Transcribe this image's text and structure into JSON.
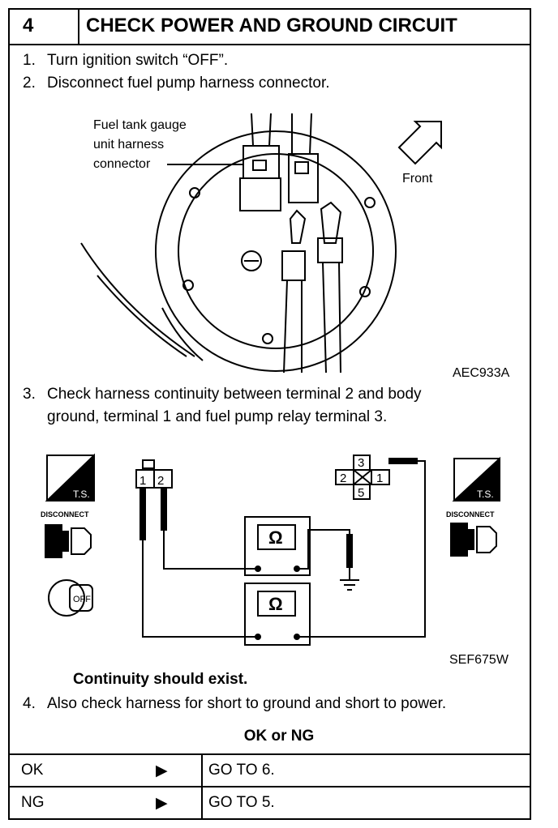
{
  "header": {
    "number": "4",
    "title": "CHECK POWER AND GROUND CIRCUIT"
  },
  "steps": [
    {
      "num": "1.",
      "text": "Turn ignition switch “OFF”."
    },
    {
      "num": "2.",
      "text": "Disconnect fuel pump harness connector."
    },
    {
      "num": "3.",
      "line1": "Check harness continuity between terminal 2 and body",
      "line2": "ground, terminal 1 and fuel pump relay terminal 3."
    },
    {
      "num": "4.",
      "text": "Also check harness for short to ground and short to power."
    }
  ],
  "figure1": {
    "label_line1": "Fuel tank gauge",
    "label_line2": "unit harness",
    "label_line3": "connector",
    "front_label": "Front",
    "code": "AEC933A"
  },
  "figure2": {
    "connector_pins": [
      "1",
      "2"
    ],
    "relay_pins": [
      "3",
      "2",
      "1",
      "5"
    ],
    "ohm_symbol": "Ω",
    "ts_label": "T.S.",
    "disconnect_label": "DISCONNECT",
    "key_label": "OFF",
    "code": "SEF675W"
  },
  "result_note": "Continuity should exist.",
  "decision": {
    "title": "OK or NG",
    "rows": [
      {
        "cond": "OK",
        "arrow": "▶",
        "action": "GO TO 6."
      },
      {
        "cond": "NG",
        "arrow": "▶",
        "action": "GO TO 5."
      }
    ]
  }
}
